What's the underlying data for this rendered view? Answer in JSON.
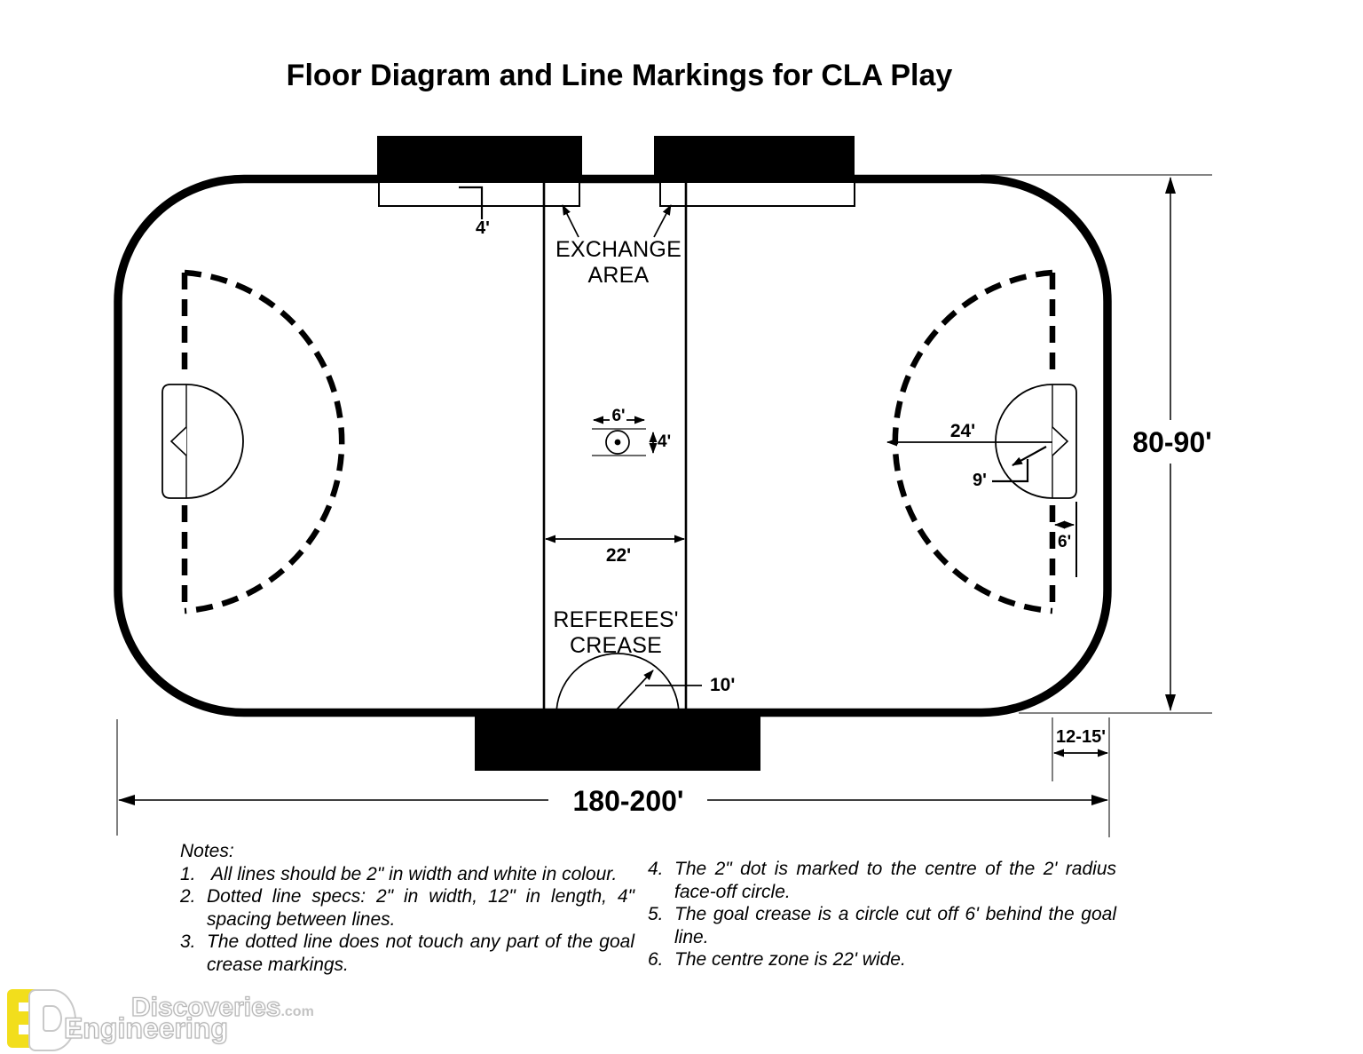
{
  "title": "Floor Diagram and Line Markings for CLA Play",
  "labels": {
    "bench_depth": "4'",
    "exchange_line1": "EXCHANGE",
    "exchange_line2": "AREA",
    "faceoff_width": "6'",
    "faceoff_height": "4'",
    "centre_zone_width": "22'",
    "ref_crease_line1": "REFEREES'",
    "ref_crease_line2": "CREASE",
    "ref_crease_radius": "10'",
    "arc_radius": "24'",
    "goal_crease_radius": "9'",
    "crease_cutoff": "6'",
    "rink_width": "80-90'",
    "goal_to_end_boards": "12-15'",
    "rink_length": "180-200'"
  },
  "notes": {
    "heading": "Notes:",
    "left": [
      {
        "num": "1.",
        "text": " All lines should be 2\" in width and white in colour."
      },
      {
        "num": "2.",
        "text": "Dotted line specs: 2\" in width, 12\" in length, 4\" spacing between lines."
      },
      {
        "num": "3.",
        "text": "The dotted line does not touch any part of the goal crease markings."
      }
    ],
    "right": [
      {
        "num": "4.",
        "text": "The 2\" dot is marked to the centre of the 2' radius face-off circle."
      },
      {
        "num": "5.",
        "text": "The goal crease is a circle cut off 6' behind the goal line."
      },
      {
        "num": "6.",
        "text": "The centre zone is 22' wide."
      }
    ]
  },
  "watermark": {
    "discoveries": "Discoveries",
    "com_suffix": ".com",
    "engineering": "Engineering"
  },
  "colors": {
    "line": "#000000",
    "thin_line": "#3a3a3a",
    "logo_yellow": "#f2de1c"
  }
}
